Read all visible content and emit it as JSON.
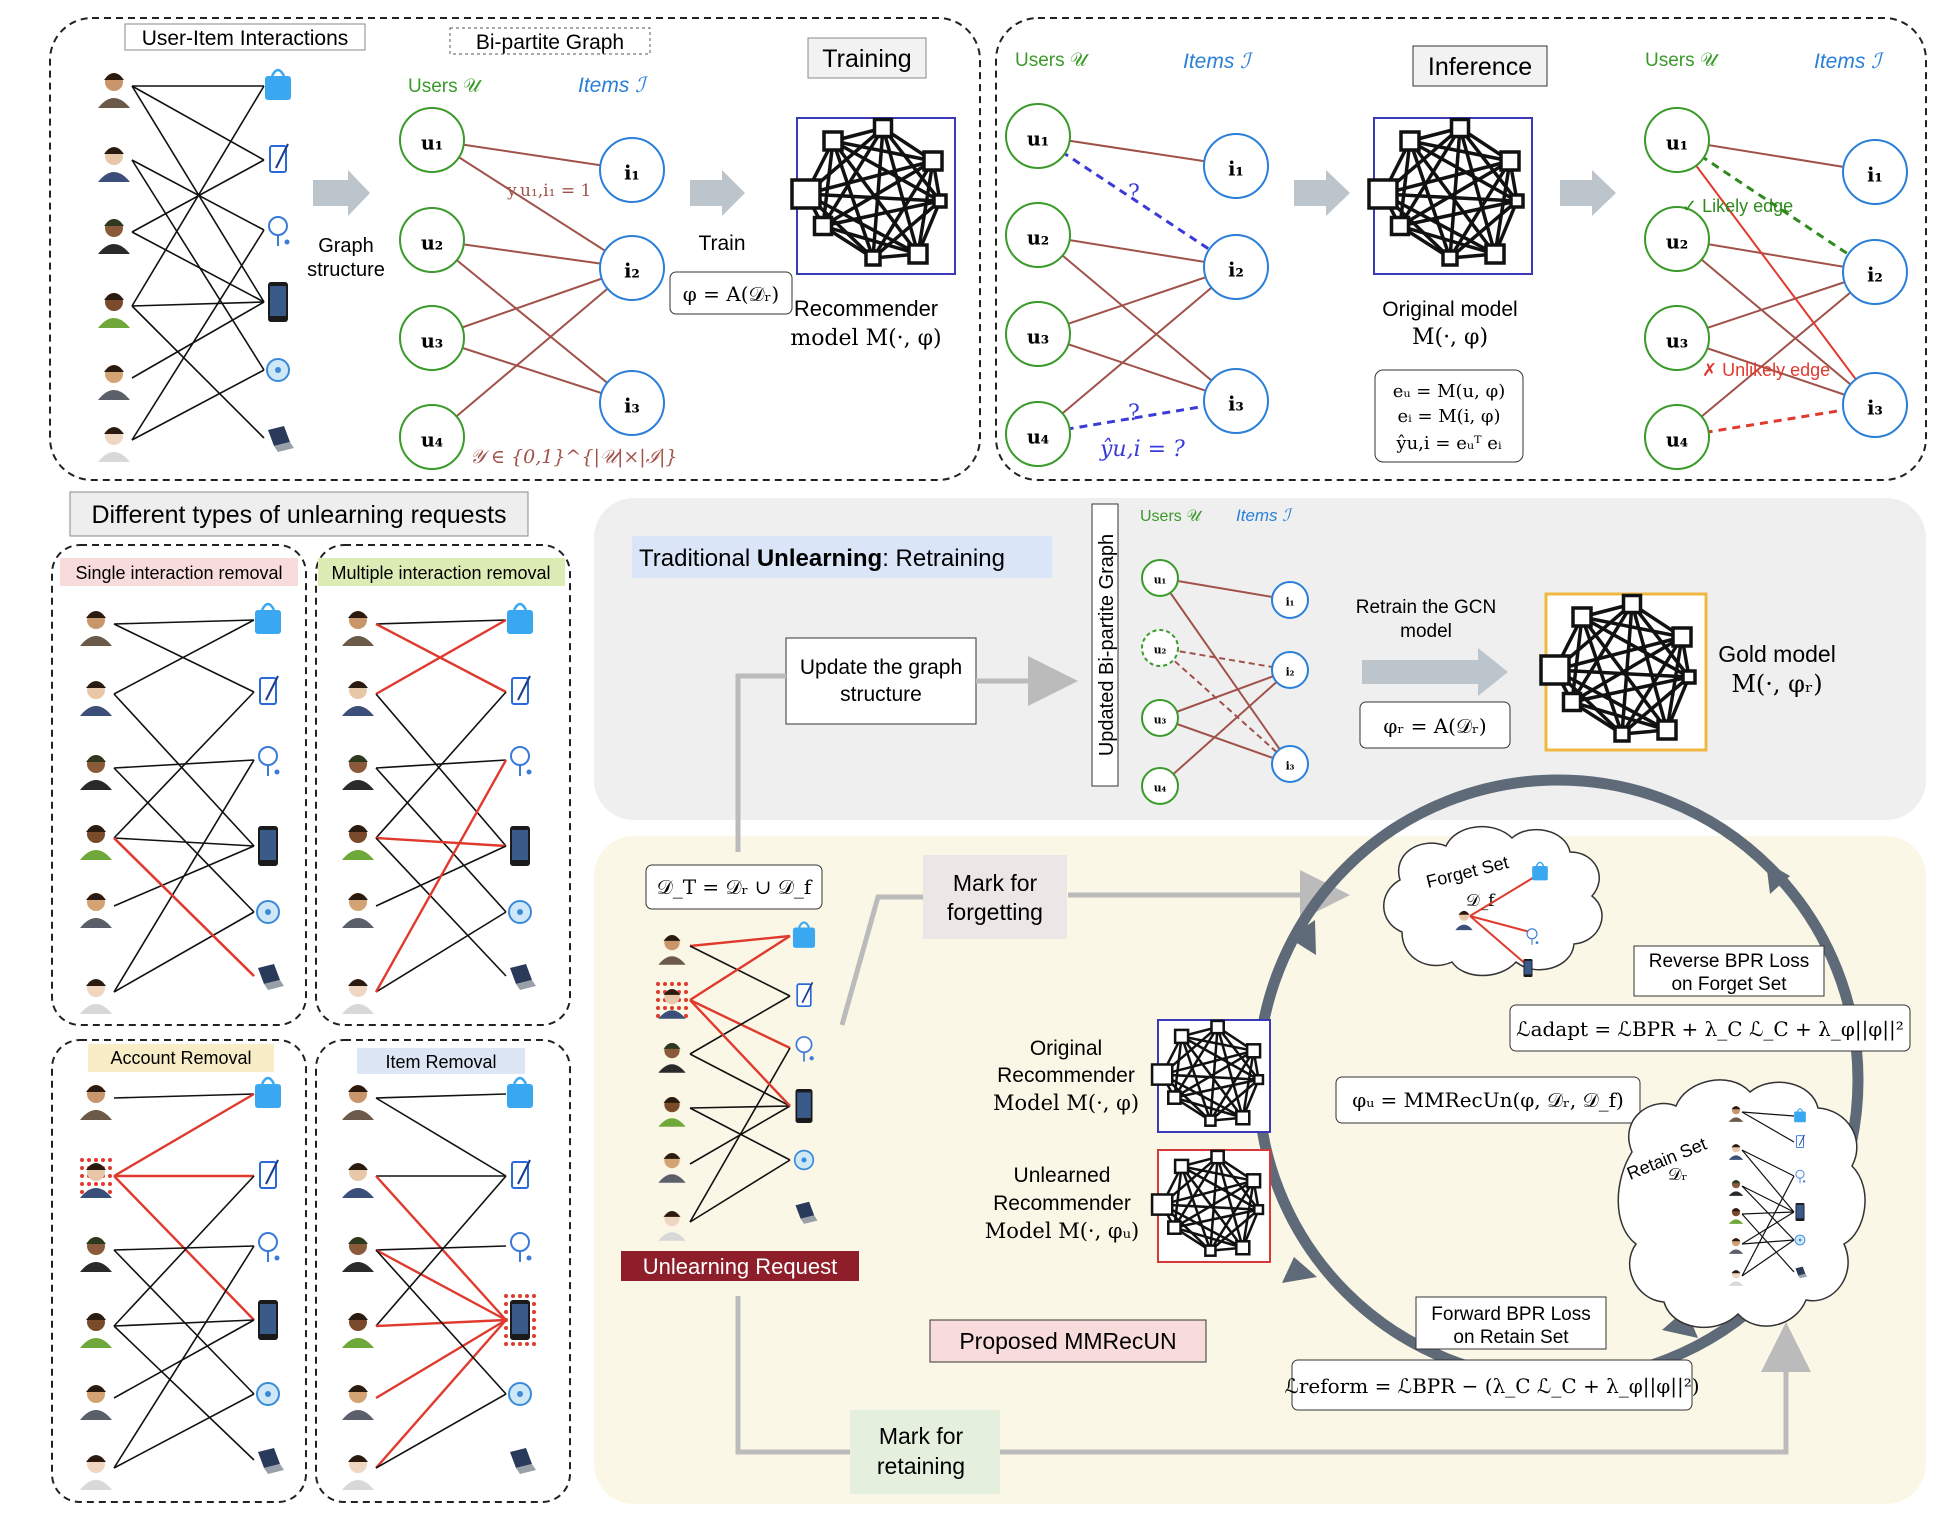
{
  "training": {
    "title": "Training",
    "uii_label": "User-Item Interactions",
    "bip_label": "Bi-partite Graph",
    "users_label": "Users 𝒰",
    "items_label": "Items ℐ",
    "users": [
      "u₁",
      "u₂",
      "u₃",
      "u₄"
    ],
    "items": [
      "i₁",
      "i₂",
      "i₃"
    ],
    "edge_label": "y u₁,i₁ = 1",
    "y_label": "𝒴 ∈ {0,1}^{|𝒰|×|ℐ|}",
    "graph_structure_1": "Graph",
    "graph_structure_2": "structure",
    "train_label": "Train",
    "phi_eq": "φ = A(𝒟ᵣ)",
    "rec_model_1": "Recommender",
    "rec_model_2": "model M(·, φ)"
  },
  "inference": {
    "title": "Inference",
    "users_label": "Users 𝒰",
    "items_label": "Items ℐ",
    "users": [
      "u₁",
      "u₂",
      "u₃",
      "u₄"
    ],
    "items": [
      "i₁",
      "i₂",
      "i₃"
    ],
    "q1": "?",
    "q2": "?",
    "yhat": "ŷu,i = ?",
    "orig_model_1": "Original model",
    "orig_model_2": "M(·, φ)",
    "eq1": "eᵤ = M(u, φ)",
    "eq2": "eᵢ = M(i, φ)",
    "eq3": "ŷu,i = eᵤᵀ eᵢ",
    "likely": "✓ Likely edge",
    "unlikely": "✗ Unlikely edge"
  },
  "requests": {
    "title": "Different types of unlearning requests",
    "single": "Single interaction removal",
    "multiple": "Multiple interaction removal",
    "account": "Account Removal",
    "item": "Item Removal"
  },
  "traditional": {
    "title_pre": "Traditional ",
    "title_bold": "Unlearning",
    "title_post": ": Retraining",
    "update_1": "Update the graph",
    "update_2": "structure",
    "updated_graph": "Updated Bi-partite Graph",
    "users_label": "Users 𝒰",
    "items_label": "Items ℐ",
    "users": [
      "u₁",
      "u₂",
      "u₃",
      "u₄"
    ],
    "items": [
      "i₁",
      "i₂",
      "i₃"
    ],
    "retrain_1": "Retrain the GCN",
    "retrain_2": "model",
    "phi_r_eq": "φᵣ = A(𝒟ᵣ)",
    "gold_1": "Gold model",
    "gold_2": "M(·, φᵣ)"
  },
  "proposed": {
    "dt_eq": "𝒟_T = 𝒟ᵣ ∪ 𝒟_f",
    "unlearning_request": "Unlearning Request",
    "mark_forget_1": "Mark for",
    "mark_forget_2": "forgetting",
    "mark_retain_1": "Mark for",
    "mark_retain_2": "retaining",
    "forget_set": "Forget Set",
    "forget_sym": "𝒟_f",
    "retain_set": "Retain Set",
    "retain_sym": "𝒟ᵣ",
    "reverse_1": "Reverse BPR Loss",
    "reverse_2": "on Forget Set",
    "l_adapt": "ℒadapt = ℒBPR + λ_C ℒ_C + λ_φ||φ||²",
    "phi_u_eq": "φᵤ = MMRecUn(φ, 𝒟ᵣ, 𝒟_f)",
    "orig_rec_1": "Original",
    "orig_rec_2": "Recommender",
    "orig_rec_3": "Model M(·, φ)",
    "unl_rec_1": "Unlearned",
    "unl_rec_2": "Recommender",
    "unl_rec_3": "Model M(·, φᵤ)",
    "forward_1": "Forward BPR Loss",
    "forward_2": "on Retain Set",
    "l_reform": "ℒreform = ℒBPR − (λ_C ℒ_C + λ_φ||φ||²)",
    "proposed_label": "Proposed MMRecUN"
  },
  "colors": {
    "user_green": "#3a9a2a",
    "item_blue": "#2a7fd8",
    "edge_brown": "#a0524a",
    "red": "#e03a2e",
    "forget_gray": "#e8e4e4",
    "retain_green": "#e4efdd",
    "traditional_bg": "#efefef",
    "proposed_bg": "#fbf7e6",
    "gold": "#f0b840",
    "navy": "#3a3ab8"
  }
}
